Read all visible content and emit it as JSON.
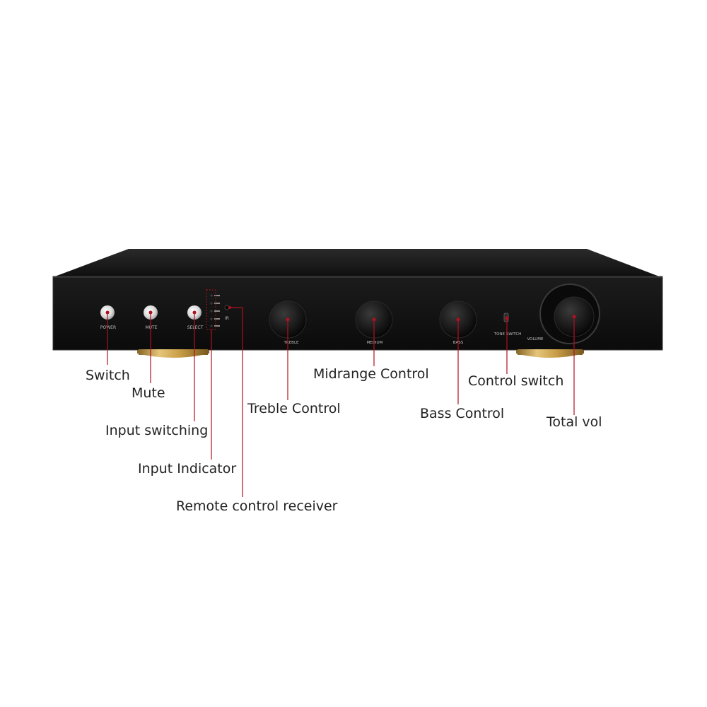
{
  "panel": {
    "power": "POWER",
    "mute": "MUTE",
    "select": "SELECT",
    "ir": "IR",
    "treble": "TREBLE",
    "mid": "MEDIUM",
    "bass": "BASS",
    "tone_switch": "TONE SWITCH",
    "volume": "VOLUME"
  },
  "callouts": {
    "switch": "Switch",
    "mute": "Mute",
    "input_switching": "Input switching",
    "input_indicator": "Input Indicator",
    "remote_receiver": "Remote control receiver",
    "treble": "Treble Control",
    "midrange": "Midrange Control",
    "bass": "Bass Control",
    "control_switch": "Control switch",
    "total_vol": "Total vol"
  },
  "colors": {
    "leader": "#b01020",
    "chassis": "#141414",
    "gold": "#c9a04a"
  }
}
